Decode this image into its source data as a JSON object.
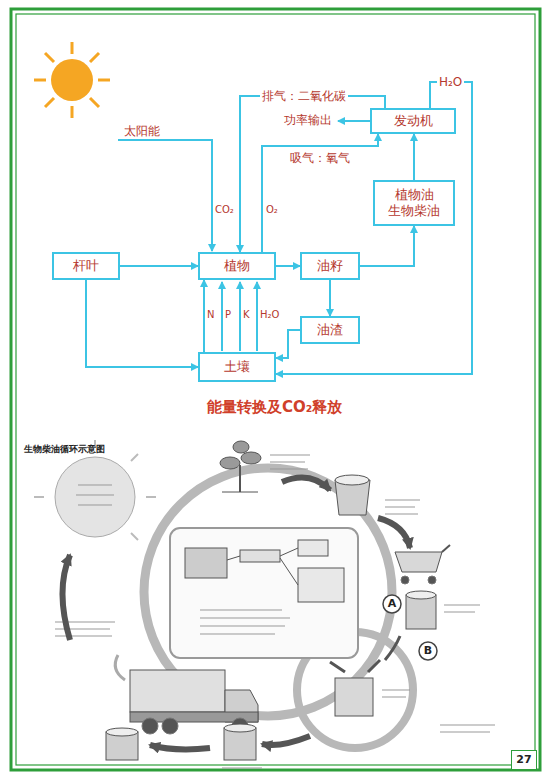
{
  "diagram": {
    "caption": "能量转换及CO₂释放",
    "nodes": [
      {
        "text": [
          "发动机"
        ]
      },
      {
        "text": [
          "植物油 生物柴油"
        ]
      },
      {
        "text": [
          "杆叶"
        ]
      },
      {
        "text": [
          "植物"
        ]
      },
      {
        "text": [
          "油籽"
        ]
      },
      {
        "text": [
          "油渣"
        ]
      },
      {
        "text": [
          "土壤"
        ]
      },
      {
        "text": [
          "A"
        ]
      },
      {
        "text": [
          "B"
        ]
      },
      {
        "text": [
          "27"
        ]
      }
    ],
    "edges": [
      {
        "from": 2,
        "to": 3,
        "arrow": "to"
      },
      {
        "from": 3,
        "to": 4,
        "arrow": "to"
      },
      {
        "from": 4,
        "to": 5,
        "arrow": "to"
      },
      {
        "from": 2,
        "to": 6,
        "arrow": "to"
      },
      {
        "from": 6,
        "to": 3,
        "arrow": "to"
      },
      {
        "from": 5,
        "to": 6,
        "arrow": "to"
      },
      {
        "from": 4,
        "to": 1,
        "arrow": "to"
      },
      {
        "from": 1,
        "to": 0,
        "arrow": "to"
      },
      {
        "from": 0,
        "to": 3,
        "label": "排气：二氧化碳",
        "arrow": "to"
      },
      {
        "from": 3,
        "to": 0,
        "label": "吸气：氧气",
        "arrow": "to"
      },
      {
        "from": 0,
        "to": 6,
        "label": "H₂O",
        "arrow": "to"
      }
    ],
    "labels": [
      "太阳能",
      "CO₂",
      "O₂",
      "功率输出",
      "N",
      "P",
      "K",
      "H₂O",
      "生物柴油循环示意图"
    ]
  }
}
